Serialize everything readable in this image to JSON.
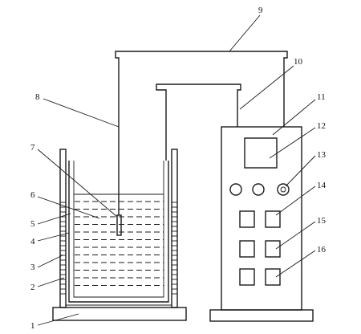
{
  "diagram": {
    "labels": [
      {
        "id": "1",
        "text": "1"
      },
      {
        "id": "2",
        "text": "2"
      },
      {
        "id": "3",
        "text": "3"
      },
      {
        "id": "4",
        "text": "4"
      },
      {
        "id": "5",
        "text": "5"
      },
      {
        "id": "6",
        "text": "6"
      },
      {
        "id": "7",
        "text": "7"
      },
      {
        "id": "8",
        "text": "8"
      },
      {
        "id": "9",
        "text": "9"
      },
      {
        "id": "10",
        "text": "10"
      },
      {
        "id": "11",
        "text": "11"
      },
      {
        "id": "12",
        "text": "12"
      },
      {
        "id": "13",
        "text": "13"
      },
      {
        "id": "14",
        "text": "14"
      },
      {
        "id": "15",
        "text": "15"
      },
      {
        "id": "16",
        "text": "16"
      }
    ],
    "control_panel": {
      "knob_count": 3,
      "switch_rows": 3
    },
    "colors": {
      "line": "#1a1a1a",
      "background": "#ffffff"
    }
  }
}
